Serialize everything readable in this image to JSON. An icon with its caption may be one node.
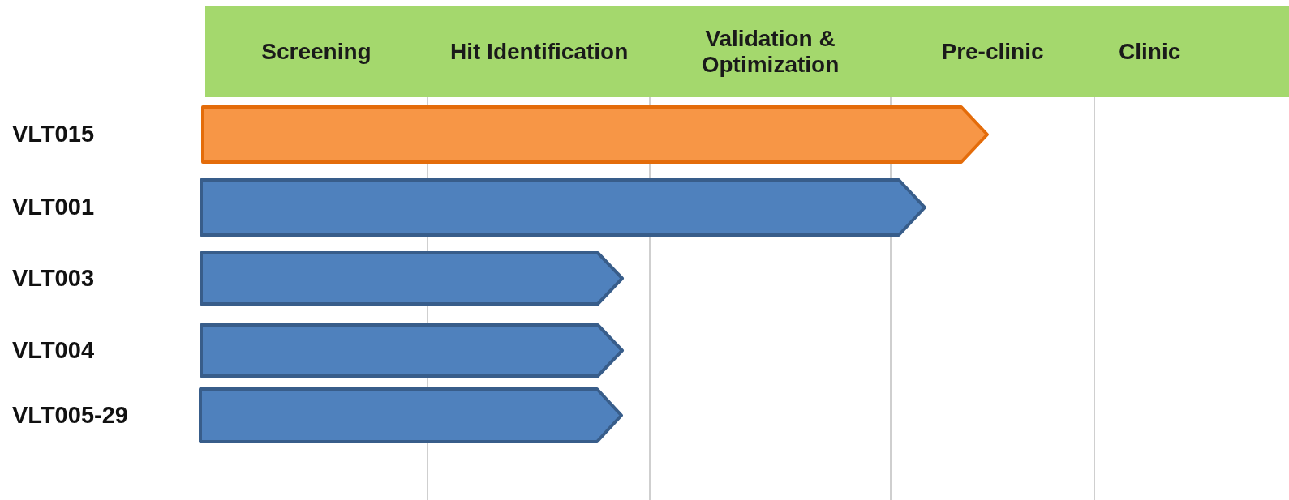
{
  "diagram": {
    "nodes": [
      {
        "text": [
          "Screening"
        ]
      },
      {
        "text": [
          "Hit Identification"
        ]
      },
      {
        "text": [
          "Validation & Optimization"
        ]
      },
      {
        "text": [
          "Pre-clinic"
        ]
      },
      {
        "text": [
          "Clinic"
        ]
      },
      {
        "text": [
          "VLT015"
        ]
      },
      {
        "text": [
          "VLT001"
        ]
      },
      {
        "text": [
          "VLT003"
        ]
      },
      {
        "text": [
          "VLT004"
        ]
      },
      {
        "text": [
          "VLT005-29"
        ]
      }
    ]
  }
}
